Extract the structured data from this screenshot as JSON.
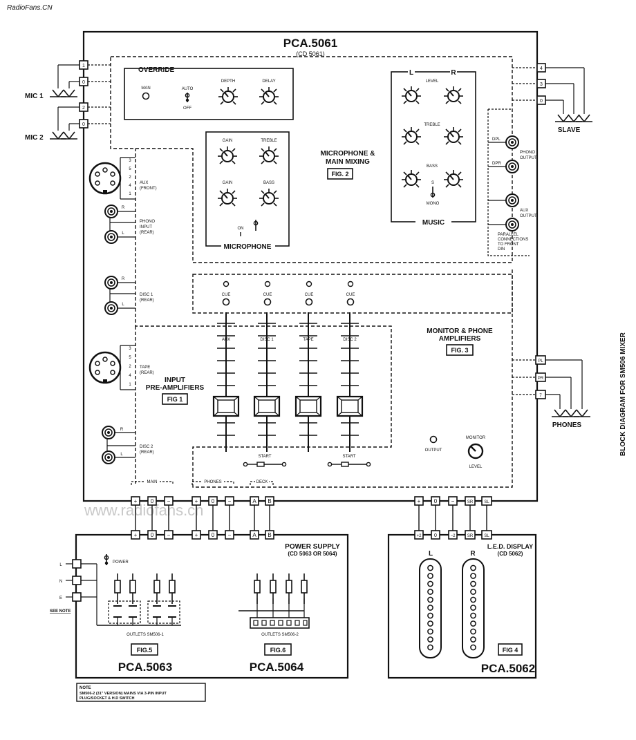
{
  "watermark": {
    "site_top": "RadioFans.CN",
    "site_mid": "www.radiofans.cn"
  },
  "side_title": "BLOCK DIAGRAM FOR SM506 MIXER",
  "main": {
    "title": "PCA.5061",
    "subtitle": "(CD 5061)"
  },
  "mic_labels": [
    "MIC 1",
    "MIC 2"
  ],
  "mic_pins": [
    "1",
    "0",
    "2",
    "0"
  ],
  "slave": {
    "label": "SLAVE",
    "pins": [
      "4",
      "3",
      "0"
    ]
  },
  "override": {
    "title": "OVERRIDE",
    "man": "MAN",
    "auto": "AUTO",
    "off": "OFF",
    "depth": "DEPTH",
    "delay": "DELAY"
  },
  "music": {
    "title": "MUSIC",
    "left": "L",
    "right": "R",
    "level": "LEVEL",
    "treble": "TREBLE",
    "bass": "BASS",
    "s": "S",
    "mono": "MONO"
  },
  "mixing": {
    "title_1": "MICROPHONE &",
    "title_2": "MAIN MIXING",
    "fig": "FIG. 2"
  },
  "microphone": {
    "title": "MICROPHONE",
    "gain1": "GAIN",
    "treble": "TREBLE",
    "gain2": "GAIN",
    "bass": "BASS",
    "on": "ON"
  },
  "phono_output": {
    "label_1": "PHONO",
    "label_2": "OUTPUT",
    "dpl": "DPL",
    "dpr": "DPR"
  },
  "aux_output": {
    "label_1": "AUX",
    "label_2": "OUTPUT"
  },
  "parallel_note": [
    "PARALLEL",
    "CONNECTIONS",
    "TO FRONT",
    "DIN"
  ],
  "din_pins": [
    "3",
    "5",
    "2",
    "4",
    "1"
  ],
  "aux_front": {
    "label_1": "AUX",
    "label_2": "(FRONT)"
  },
  "phono_input": {
    "label_1": "PHONO",
    "label_2": "INPUT",
    "label_3": "(REAR)"
  },
  "lr": {
    "r": "R",
    "l": "L"
  },
  "disc1": {
    "label_1": "DISC 1",
    "label_2": "(REAR)"
  },
  "tape": {
    "label_1": "TAPE",
    "label_2": "(REAR)"
  },
  "disc2": {
    "label_1": "DISC 2",
    "label_2": "(REAR)"
  },
  "cue_label": "CUE",
  "faders": [
    "AUX",
    "DISC 1",
    "TAPE",
    "DISC 2"
  ],
  "preamp": {
    "title_1": "INPUT",
    "title_2": "PRE-AMPLIFIERS",
    "fig": "FIG 1"
  },
  "monitor_amp": {
    "title_1": "MONITOR & PHONE",
    "title_2": "AMPLIFIERS",
    "fig": "FIG. 3"
  },
  "phones": {
    "label": "PHONES",
    "pins": [
      "PL",
      "PR",
      "7"
    ]
  },
  "output_label": "OUTPUT",
  "monitor_knob": {
    "top": "MONITOR",
    "bottom": "LEVEL"
  },
  "start_label": "START",
  "bus_labels": [
    "MAIN",
    "PHONES",
    "DECK"
  ],
  "bus_pins": [
    "+",
    "0",
    "−",
    "+",
    "0",
    "−",
    "A",
    "B"
  ],
  "display_pins": [
    "+",
    "0",
    "−",
    "SR",
    "SL"
  ],
  "power_supply": {
    "title_1": "POWER SUPPLY",
    "title_2": "(CD 5063 OR 5064)",
    "power": "POWER",
    "pins": [
      "+",
      "0",
      "−",
      "+",
      "0",
      "−",
      "A",
      "B"
    ],
    "mains": [
      "L",
      "N",
      "E"
    ],
    "see_note": "SEE NOTE",
    "outlets_1": "OUTLETS  SM506-1",
    "outlets_2": "OUTLETS  SM506-2",
    "fig5": "FIG.5",
    "fig6": "FIG.6",
    "pca_a": "PCA.5063",
    "pca_b": "PCA.5064"
  },
  "led": {
    "title_1": "L.E.D. DISPLAY",
    "title_2": "(CD 5062)",
    "pins": [
      "+2",
      "0",
      "−2",
      "SR",
      "SL"
    ],
    "left": "L",
    "right": "R",
    "fig": "FIG 4",
    "pca": "PCA.5062"
  },
  "note": {
    "title": "NOTE",
    "line_1": "SM506-2 (31\" VERSION) MAINS  VIA  3-PIN  INPUT",
    "line_2": "PLUG/SOCKET & H.D SWITCH"
  }
}
